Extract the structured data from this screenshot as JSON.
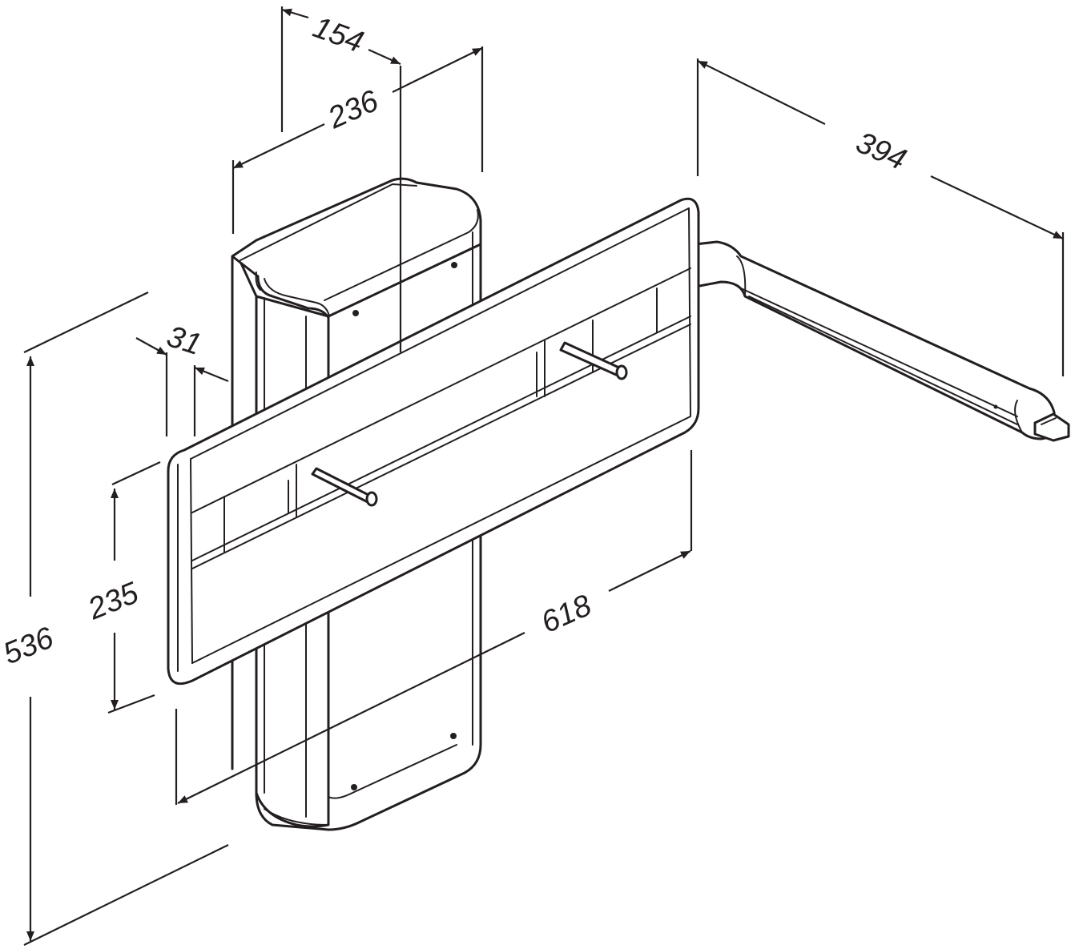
{
  "dimensions": {
    "d154": "154",
    "d236": "236",
    "d394": "394",
    "d31": "31",
    "d235": "235",
    "d536": "536",
    "d618": "618"
  },
  "colors": {
    "line": "#231f20",
    "background": "#ffffff"
  }
}
